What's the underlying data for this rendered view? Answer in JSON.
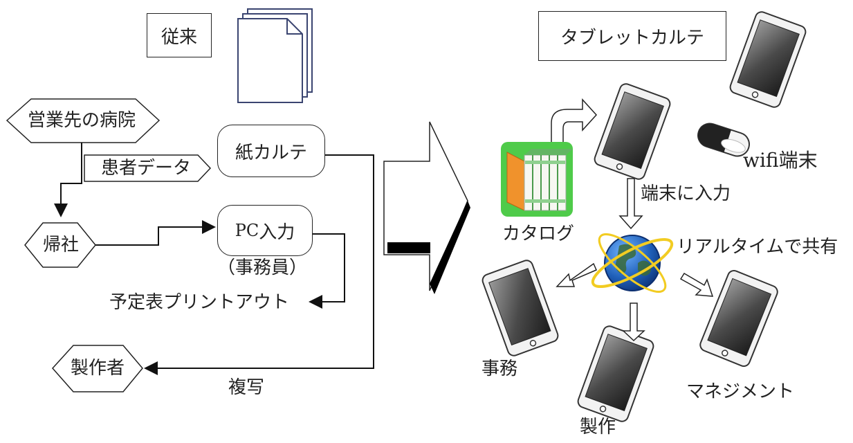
{
  "left": {
    "heading": "従来",
    "hospital": "営業先の病院",
    "patient_data": "患者データ",
    "paper_chart": "紙カルテ",
    "return_office": "帰社",
    "pc_input_prefix": "PC",
    "pc_input_suffix": "入力",
    "clerk": "（事務員）",
    "schedule_printout": "予定表プリントアウト",
    "maker": "製作者",
    "copy": "複写"
  },
  "right": {
    "heading": "タブレットカルテ",
    "wifi_prefix": "wifi",
    "wifi_suffix": "端末",
    "terminal_input": "端末に入力",
    "catalog": "カタログ",
    "realtime_share": "リアルタイムで共有",
    "office": "事務",
    "production": "製作",
    "management": "マネジメント"
  },
  "colors": {
    "line": "#222222",
    "doc_stroke": "#3a4470",
    "catalog_green": "#4fcb4a",
    "catalog_orange": "#f0922c",
    "globe_blue": "#1f5fb8",
    "orbit_yellow": "#f2cc22"
  }
}
